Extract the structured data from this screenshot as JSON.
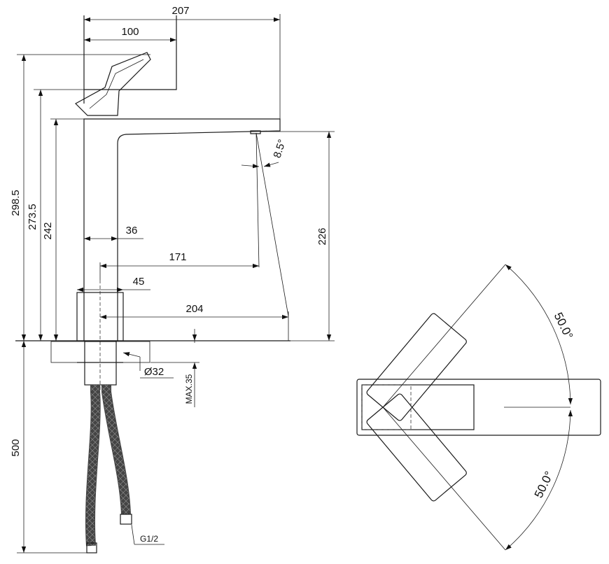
{
  "dimensions": {
    "overall_width": "207",
    "handle_width": "100",
    "total_height": "298.5",
    "handle_height": "273.5",
    "spout_top_height": "242",
    "body_width": "36",
    "spout_reach": "171",
    "base_width": "45",
    "total_reach": "204",
    "outlet_height": "226",
    "spout_angle": "8.5°",
    "hole_diameter": "Ø32",
    "max_deck_thickness": "MAX.35",
    "hose_length": "500",
    "connection_thread": "G1/2",
    "handle_angle_up": "50.0°",
    "handle_angle_down": "50.0°"
  }
}
